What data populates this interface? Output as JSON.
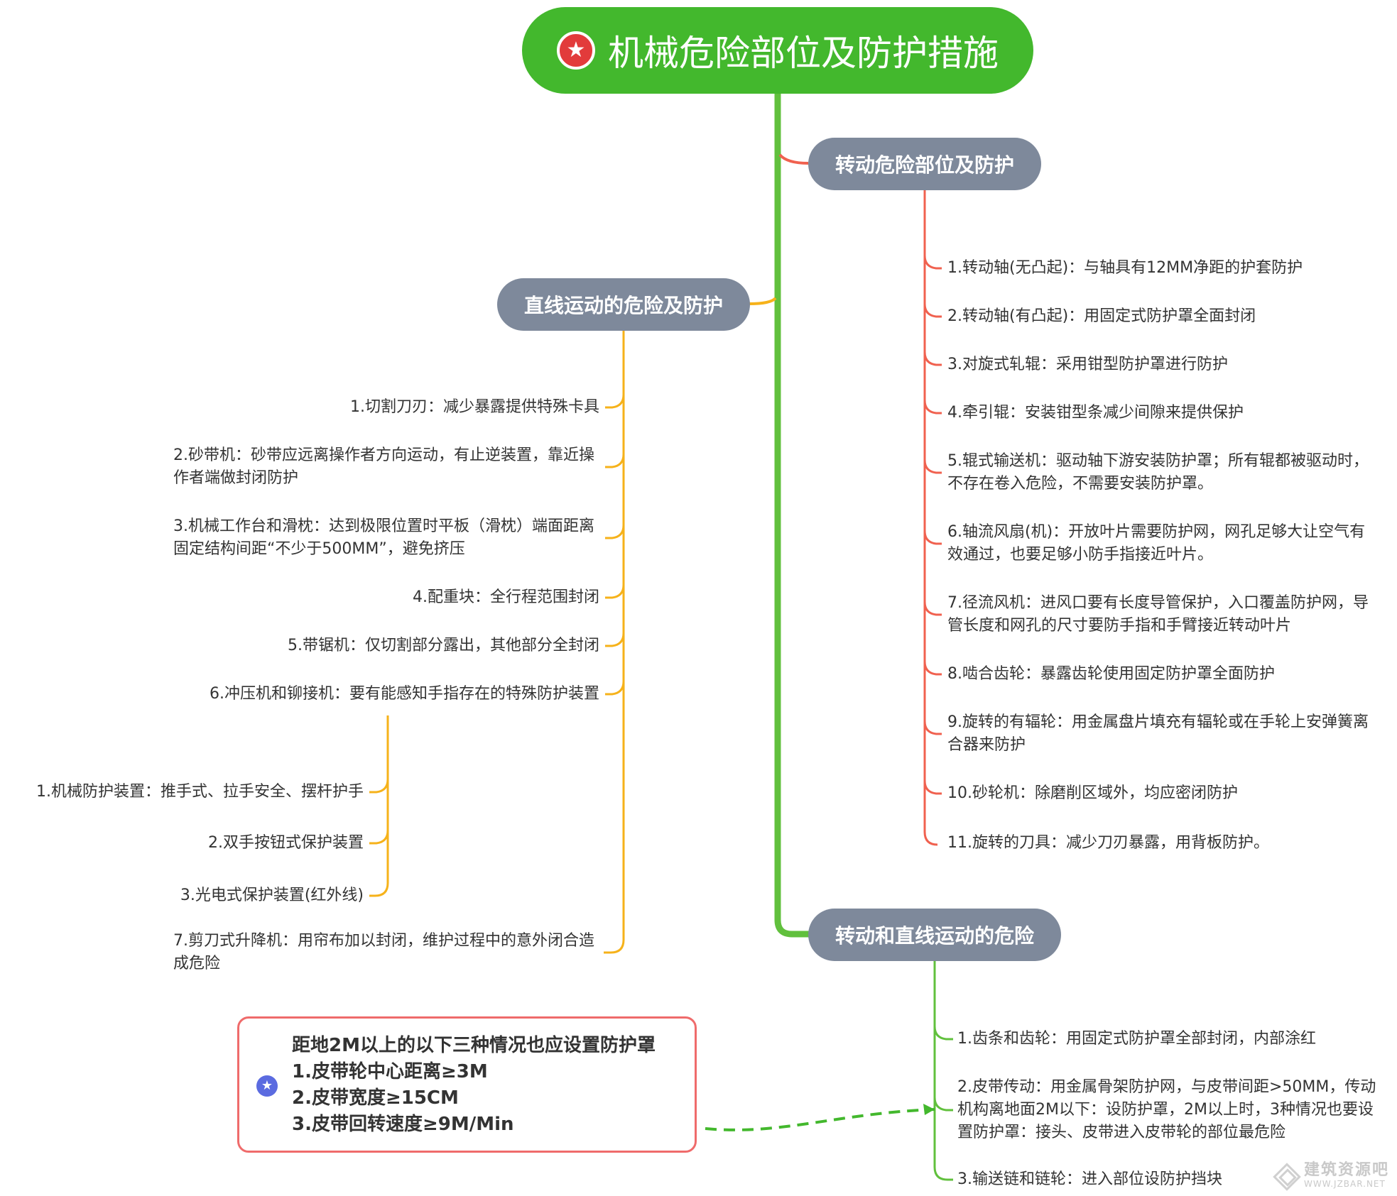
{
  "colors": {
    "root": "#43b82d",
    "branch": "#7e899b",
    "right_branch_line": "#f0614f",
    "left_branch_line": "#f6b21a",
    "bottom_branch_line": "#61c03d",
    "note_border": "#ef6b6b",
    "note_icon": "#5b6be0"
  },
  "root": {
    "title": "机械危险部位及防护措施",
    "icon": "star-badge-icon"
  },
  "branches": {
    "rotating": {
      "label": "转动危险部位及防护",
      "items": [
        "1.转动轴(无凸起)：与轴具有12MM净距的护套防护",
        "2.转动轴(有凸起)：用固定式防护罩全面封闭",
        "3.对旋式轧辊：采用钳型防护罩进行防护",
        "4.牵引辊：安装钳型条减少间隙来提供保护",
        "5.辊式输送机：驱动轴下游安装防护罩；所有辊都被驱动时，不存在卷入危险，不需要安装防护罩。",
        "6.轴流风扇(机)：开放叶片需要防护网，网孔足够大让空气有效通过，也要足够小防手指接近叶片。",
        "7.径流风机：进风口要有长度导管保护，入口覆盖防护网，导管长度和网孔的尺寸要防手指和手臂接近转动叶片",
        "8.啮合齿轮：暴露齿轮使用固定防护罩全面防护",
        "9.旋转的有辐轮：用金属盘片填充有辐轮或在手轮上安弹簧离合器来防护",
        "10.砂轮机：除磨削区域外，均应密闭防护",
        "11.旋转的刀具：减少刀刃暴露，用背板防护。"
      ]
    },
    "linear": {
      "label": "直线运动的危险及防护",
      "items": [
        "1.切割刀刃：减少暴露提供特殊卡具",
        "2.砂带机：砂带应远离操作者方向运动，有止逆装置，靠近操作者端做封闭防护",
        "3.机械工作台和滑枕：达到极限位置时平板（滑枕）端面距离固定结构间距“不少于500MM”，避免挤压",
        "4.配重块：全行程范围封闭",
        "5.带锯机：仅切割部分露出，其他部分全封闭",
        "6.冲压机和铆接机：要有能感知手指存在的特殊防护装置",
        "7.剪刀式升降机：用帘布加以封闭，维护过程中的意外闭合造成危险"
      ],
      "sub_items": [
        "1.机械防护装置：推手式、拉手安全、摆杆护手",
        "2.双手按钮式保护装置",
        "3.光电式保护装置(红外线)"
      ]
    },
    "combined": {
      "label": "转动和直线运动的危险",
      "items": [
        "1.齿条和齿轮：用固定式防护罩全部封闭，内部涂红",
        "2.皮带传动：用金属骨架防护网，与皮带间距>50MM，传动机构离地面2M以下：设防护罩，2M以上时，3种情况也要设置防护罩：接头、皮带进入皮带轮的部位最危险",
        "3.输送链和链轮：进入部位设防护挡块"
      ]
    }
  },
  "note": {
    "icon": "star-badge-icon",
    "lines": [
      "距地2M以上的以下三种情况也应设置防护罩",
      "1.皮带轮中心距离≥3M",
      "2.皮带宽度≥15CM",
      "3.皮带回转速度≥9M/Min"
    ]
  },
  "watermark": {
    "cn": "建筑资源吧",
    "en": "WWW.JZBAR.NET"
  }
}
